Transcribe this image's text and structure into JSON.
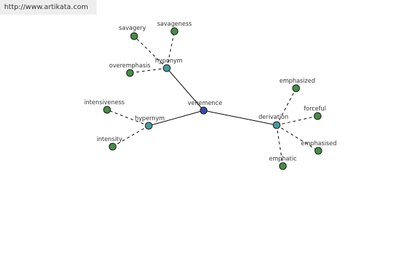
{
  "watermark": "http://www.artikata.com",
  "colors": {
    "root": "#3a4aa8",
    "relation": "#4a9a9a",
    "leaf": "#4a8a4a",
    "line": "#000000"
  },
  "nodes": [
    {
      "id": "vehemence",
      "label": "vehemence",
      "kind": "root"
    },
    {
      "id": "hyponym",
      "label": "hyponym",
      "kind": "relation"
    },
    {
      "id": "hypernym",
      "label": "hypernym",
      "kind": "relation"
    },
    {
      "id": "derivation",
      "label": "derivation",
      "kind": "relation"
    },
    {
      "id": "savagery",
      "label": "savagery",
      "kind": "leaf"
    },
    {
      "id": "savageness",
      "label": "savageness",
      "kind": "leaf"
    },
    {
      "id": "overemphasis",
      "label": "overemphasis",
      "kind": "leaf"
    },
    {
      "id": "intensiveness",
      "label": "intensiveness",
      "kind": "leaf"
    },
    {
      "id": "intensity",
      "label": "intensity",
      "kind": "leaf"
    },
    {
      "id": "emphasized",
      "label": "emphasized",
      "kind": "leaf"
    },
    {
      "id": "forceful",
      "label": "forceful",
      "kind": "leaf"
    },
    {
      "id": "emphasised",
      "label": "emphasised",
      "kind": "leaf"
    },
    {
      "id": "emphatic",
      "label": "emphatic",
      "kind": "leaf"
    }
  ],
  "edges": [
    {
      "from": "vehemence",
      "to": "hyponym",
      "style": "solid"
    },
    {
      "from": "vehemence",
      "to": "hypernym",
      "style": "solid"
    },
    {
      "from": "vehemence",
      "to": "derivation",
      "style": "solid"
    },
    {
      "from": "hyponym",
      "to": "savagery",
      "style": "dashed"
    },
    {
      "from": "hyponym",
      "to": "savageness",
      "style": "dashed"
    },
    {
      "from": "hyponym",
      "to": "overemphasis",
      "style": "dashed"
    },
    {
      "from": "hypernym",
      "to": "intensiveness",
      "style": "dashed"
    },
    {
      "from": "hypernym",
      "to": "intensity",
      "style": "dashed"
    },
    {
      "from": "derivation",
      "to": "emphasized",
      "style": "dashed"
    },
    {
      "from": "derivation",
      "to": "forceful",
      "style": "dashed"
    },
    {
      "from": "derivation",
      "to": "emphasised",
      "style": "dashed"
    },
    {
      "from": "derivation",
      "to": "emphatic",
      "style": "dashed"
    }
  ]
}
